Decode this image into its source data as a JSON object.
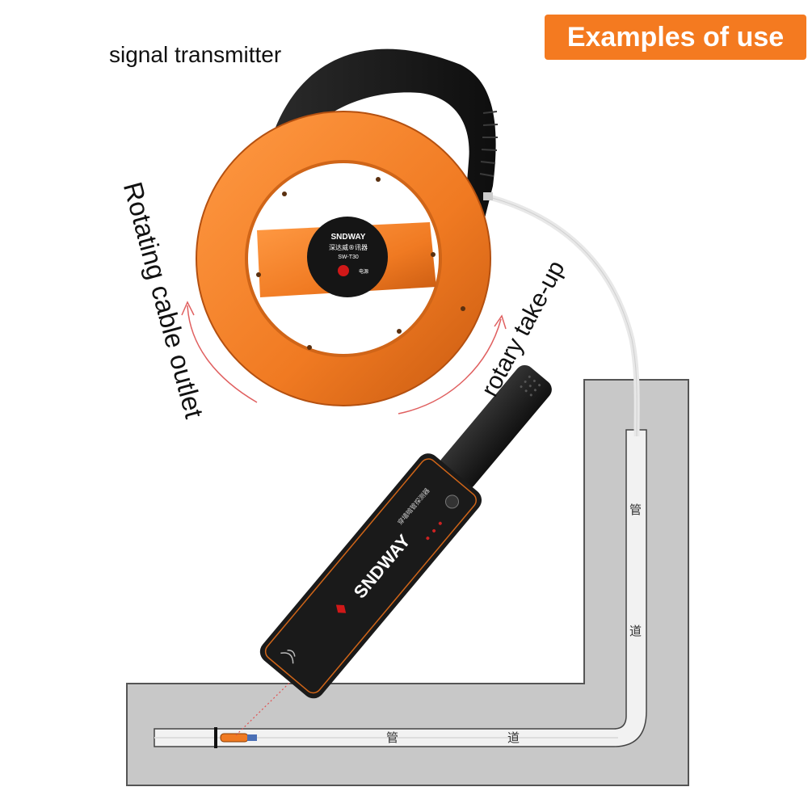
{
  "badge": {
    "text": "Examples of use",
    "color": "#f47a20"
  },
  "labels": {
    "signal_transmitter": "signal transmitter",
    "rotating_cable_outlet": "Rotating cable outlet",
    "rotary_take_up": "rotary take-up"
  },
  "pipe_labels": {
    "vertical_top": "管",
    "vertical_bottom": "道",
    "horizontal_left": "管",
    "horizontal_right": "道"
  },
  "transmitter": {
    "brand": "SNDWAY",
    "model": "SW-T30",
    "title": "深达威®讯器",
    "indicator": "电源",
    "body_color": "#f07a22",
    "handle_color": "#1c1c1c"
  },
  "receiver": {
    "brand": "SNDWAY",
    "title": "穿墙暗管探测器"
  },
  "colors": {
    "wall_fill": "#c8c8c8",
    "wall_stroke": "#555555",
    "pipe_fill": "#f2f2f2",
    "arrow": "#e06060"
  }
}
